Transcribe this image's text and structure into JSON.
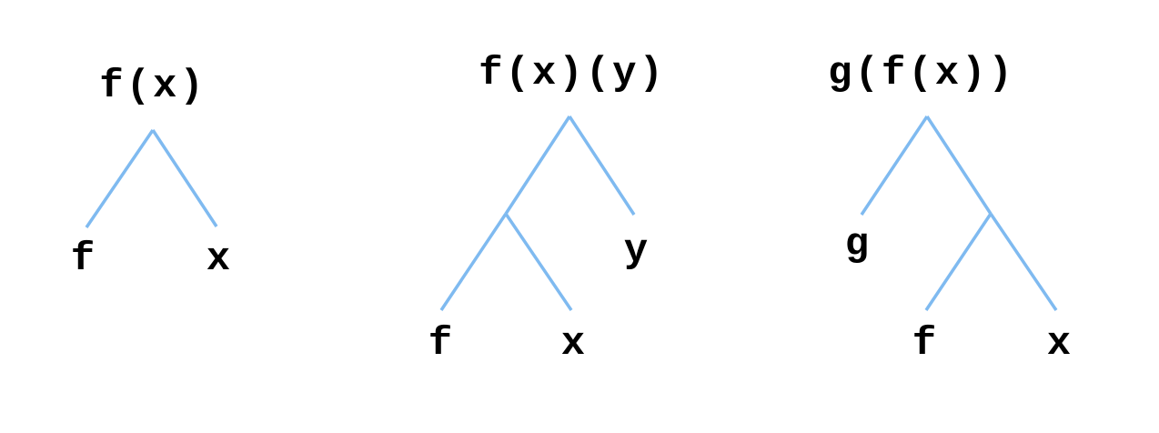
{
  "edge_color": "#7fbaf0",
  "text_color": "#000000",
  "trees": [
    {
      "root": "f(x)",
      "leaves": {
        "f": "f",
        "x": "x"
      }
    },
    {
      "root": "f(x)(y)",
      "leaves": {
        "f": "f",
        "x": "x",
        "y": "y"
      }
    },
    {
      "root": "g(f(x))",
      "leaves": {
        "g": "g",
        "f": "f",
        "x": "x"
      }
    }
  ]
}
